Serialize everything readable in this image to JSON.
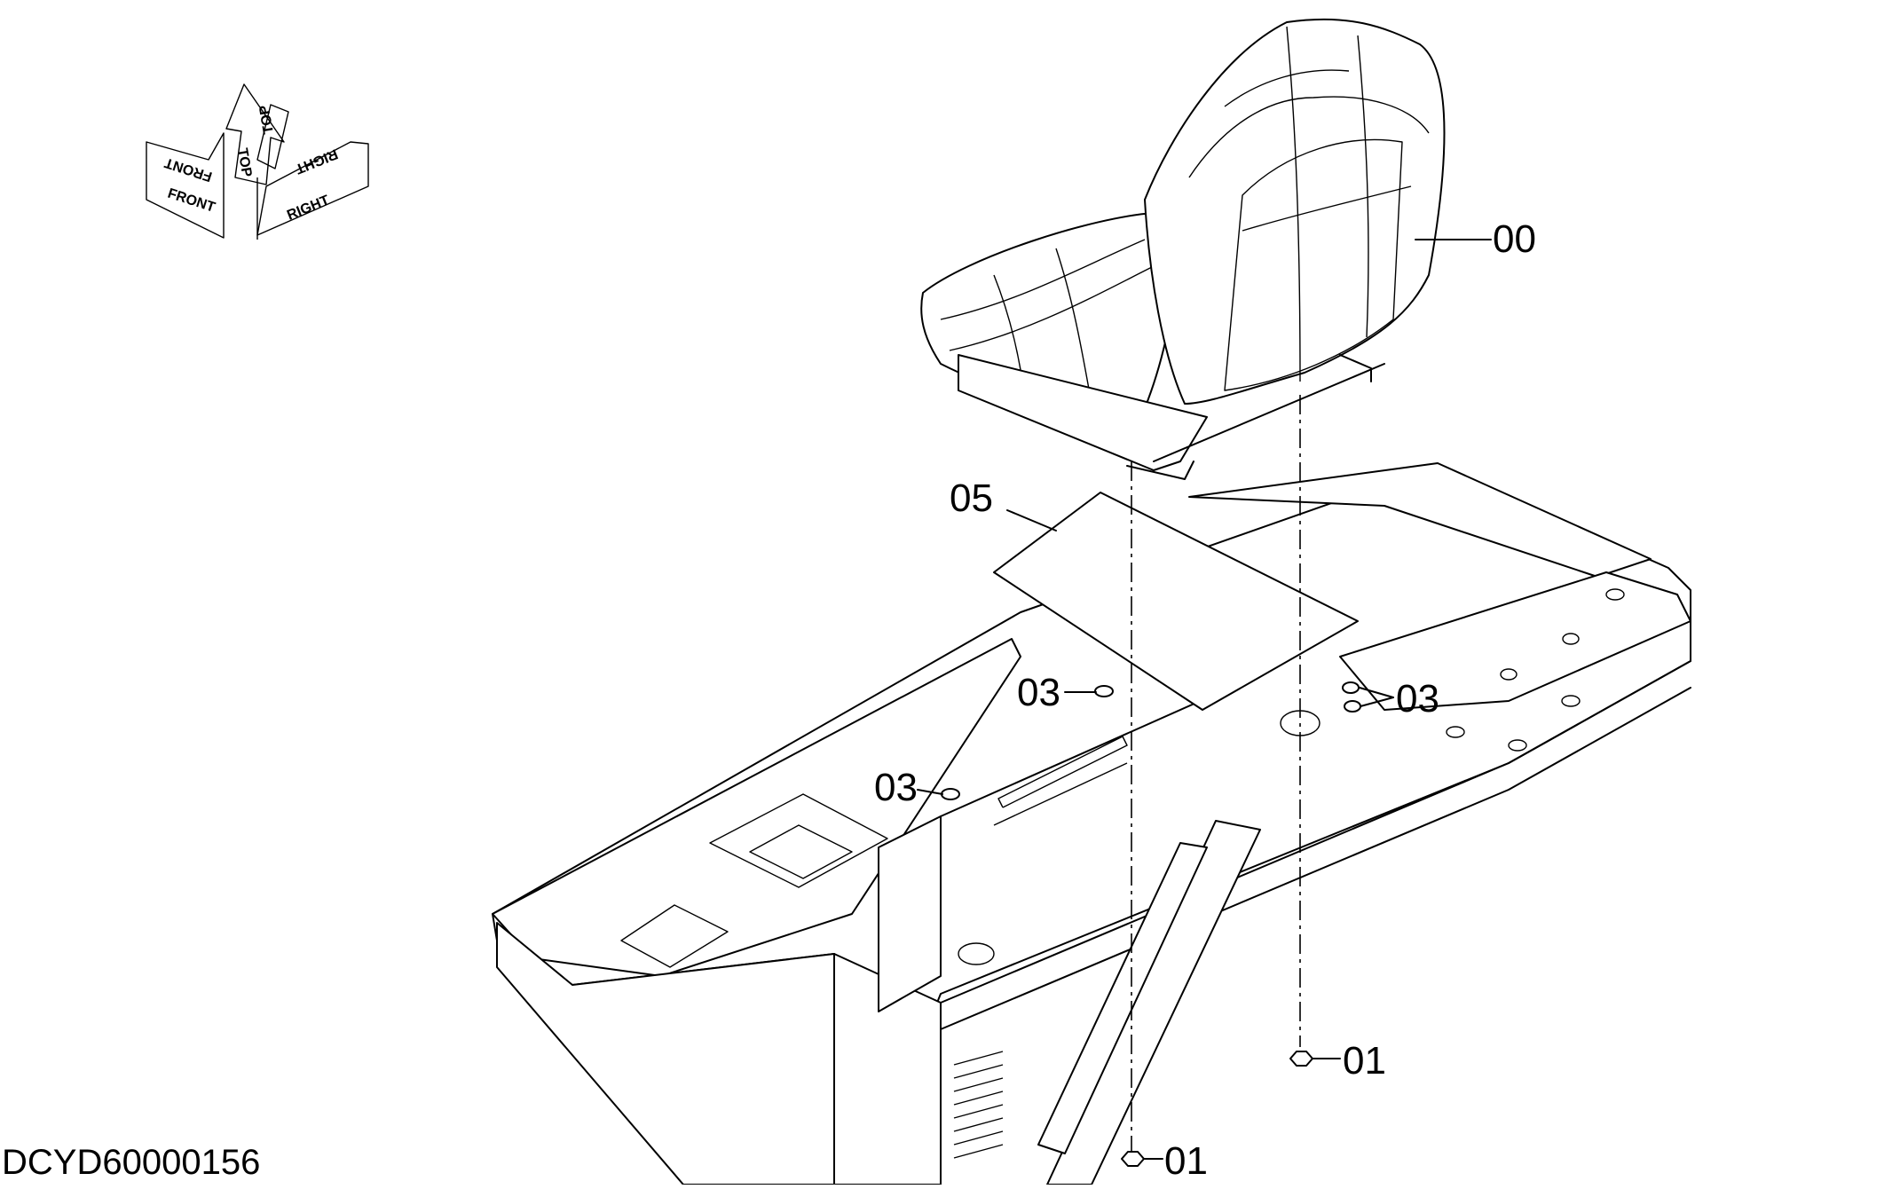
{
  "drawing_code": "DCYD60000156",
  "orientation": {
    "top": "TOP",
    "front": "FRONT",
    "right": "RIGHT"
  },
  "callouts": [
    {
      "text": "00",
      "part": "seat"
    },
    {
      "text": "05",
      "part": "mat"
    },
    {
      "text": "03",
      "part": "washer"
    },
    {
      "text": "03",
      "part": "washer"
    },
    {
      "text": "03",
      "part": "washer"
    },
    {
      "text": "01",
      "part": "nut"
    },
    {
      "text": "01",
      "part": "nut"
    }
  ]
}
